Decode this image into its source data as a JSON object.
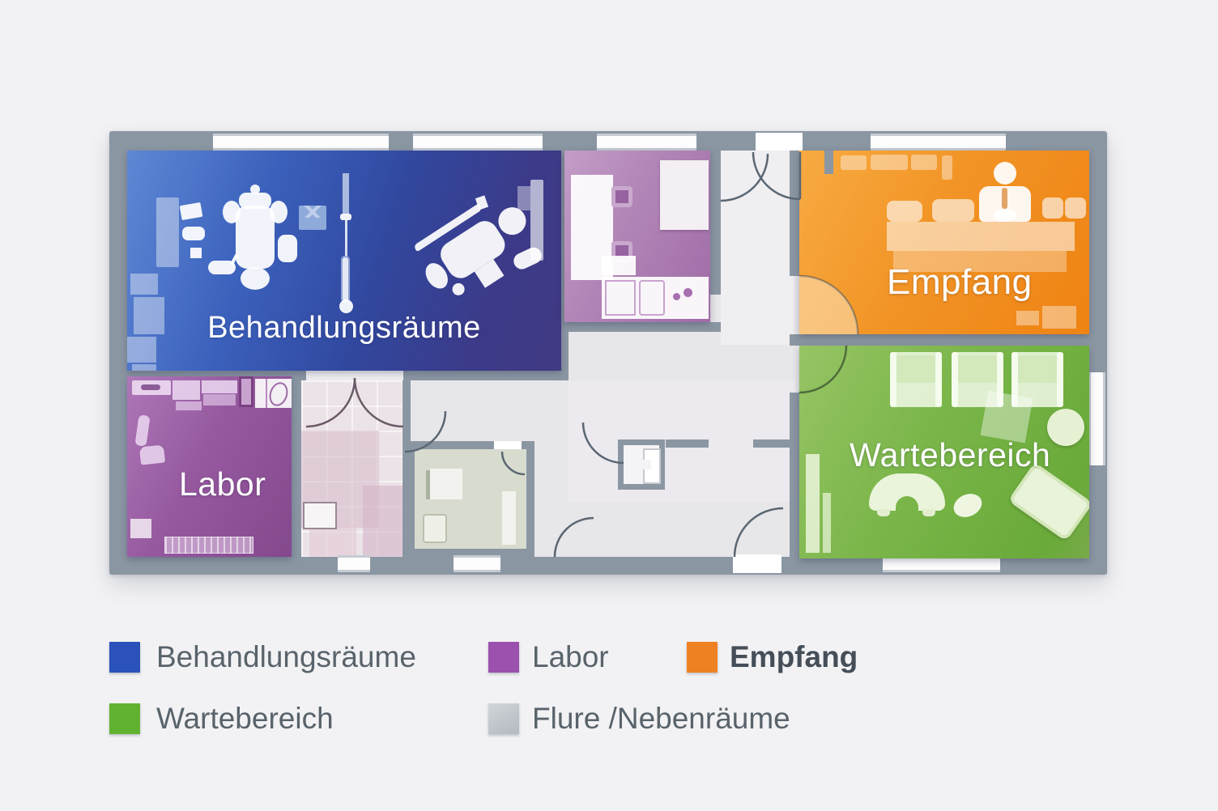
{
  "floorplan": {
    "zones": {
      "behandlungsraeume": {
        "label": "Behandlungsräume",
        "color": "#3553ae"
      },
      "labor": {
        "label": "Labor",
        "color": "#96599f"
      },
      "empfang": {
        "label": "Empfang",
        "color": "#f0901c"
      },
      "wartebereich": {
        "label": "Wartebereich",
        "color": "#79b549"
      }
    },
    "wall_color": "#8b96a3",
    "floor_color": "#e7e6e9"
  },
  "legend": {
    "items": [
      {
        "label": "Behandlungsräume",
        "color": "#2a52ba",
        "bold": false
      },
      {
        "label": "Labor",
        "color": "#9b51ad",
        "bold": false
      },
      {
        "label": "Empfang",
        "color": "#ee8122",
        "bold": true
      },
      {
        "label": "Wartebereich",
        "color": "#62b232",
        "bold": false
      },
      {
        "label": "Flure /Nebenräume",
        "color": "#c2c6cb",
        "bold": false
      }
    ]
  }
}
